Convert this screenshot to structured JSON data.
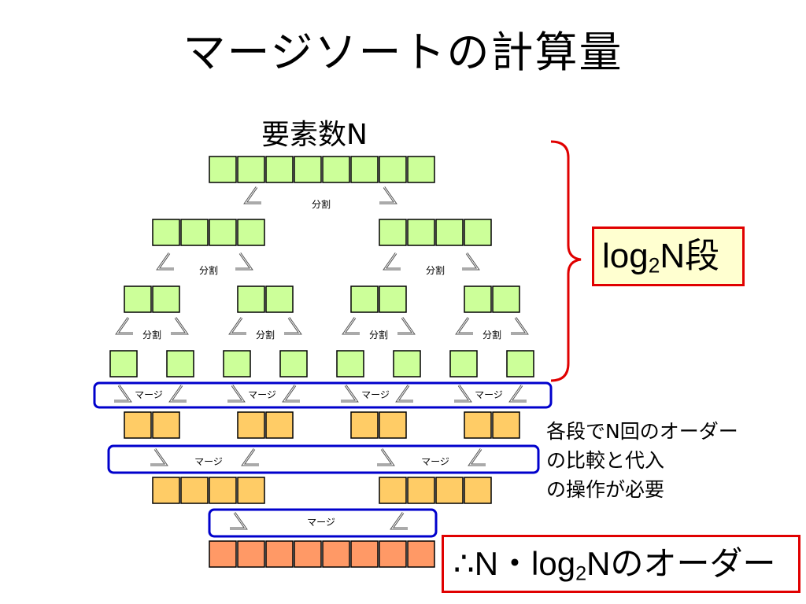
{
  "slide": {
    "title": "マージソートの計算量",
    "elements_label": "要素数N",
    "levels_box": {
      "prefix": "log",
      "sub": "2",
      "suffix": "N段"
    },
    "result_box": {
      "prefix": "∴N・log",
      "sub": "2",
      "suffix": "Nのオーダー"
    },
    "note_lines": [
      "各段でN回のオーダー",
      "の比較と代入",
      "の操作が必要"
    ],
    "split_label": "分割",
    "merge_label": "マージ"
  },
  "colors": {
    "split_cell": "#ccff99",
    "merge_cell": "#ffcc66",
    "final_cell": "#ff9966",
    "cell_border": "#000000",
    "brace": "#e00000",
    "merge_frame": "#0000cc",
    "highlight_border": "#e00000"
  },
  "diagram": {
    "split_levels": 4,
    "merge_levels": 3,
    "split_cell_counts": [
      8,
      4,
      2,
      1
    ],
    "merge_cell_counts": [
      2,
      4,
      8
    ]
  }
}
